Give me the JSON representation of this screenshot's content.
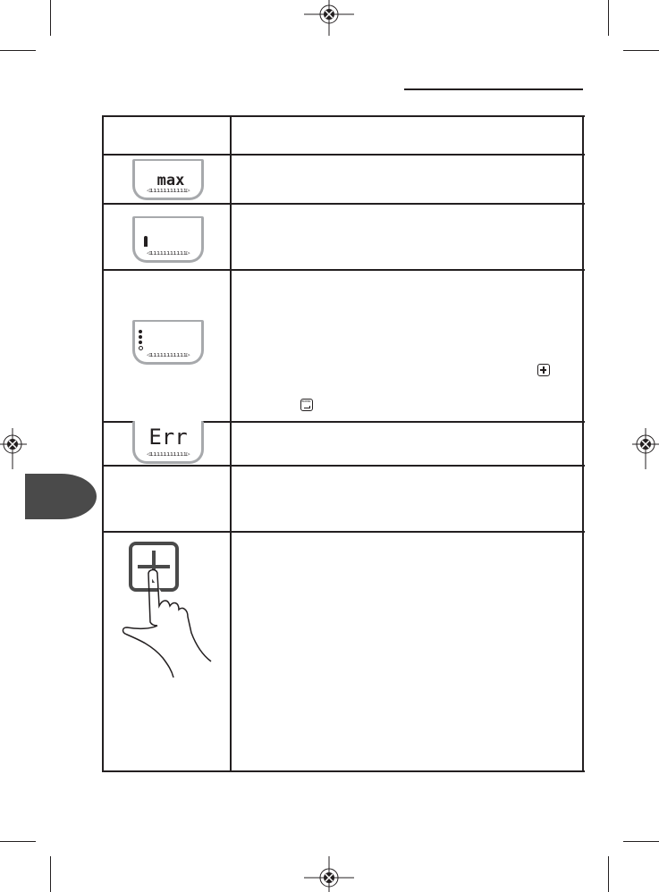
{
  "page": {
    "tab_color": "#4a4a4a",
    "line_color": "#231f20",
    "lcd_frame_color": "#a7a9ac"
  },
  "displays": {
    "max": {
      "text": "max"
    },
    "person": {
      "icon": "person-icon"
    },
    "dots": {
      "icon": "user-memory-dots-icon"
    },
    "err": {
      "text": "Err"
    },
    "scale_bar": "◁ııııııııııı▷"
  },
  "icons": {
    "plus_key": "plus-button-icon",
    "enter_key": "enter-button-icon",
    "enter_label": "ENTER",
    "hand": "finger-pressing-plus-icon"
  }
}
